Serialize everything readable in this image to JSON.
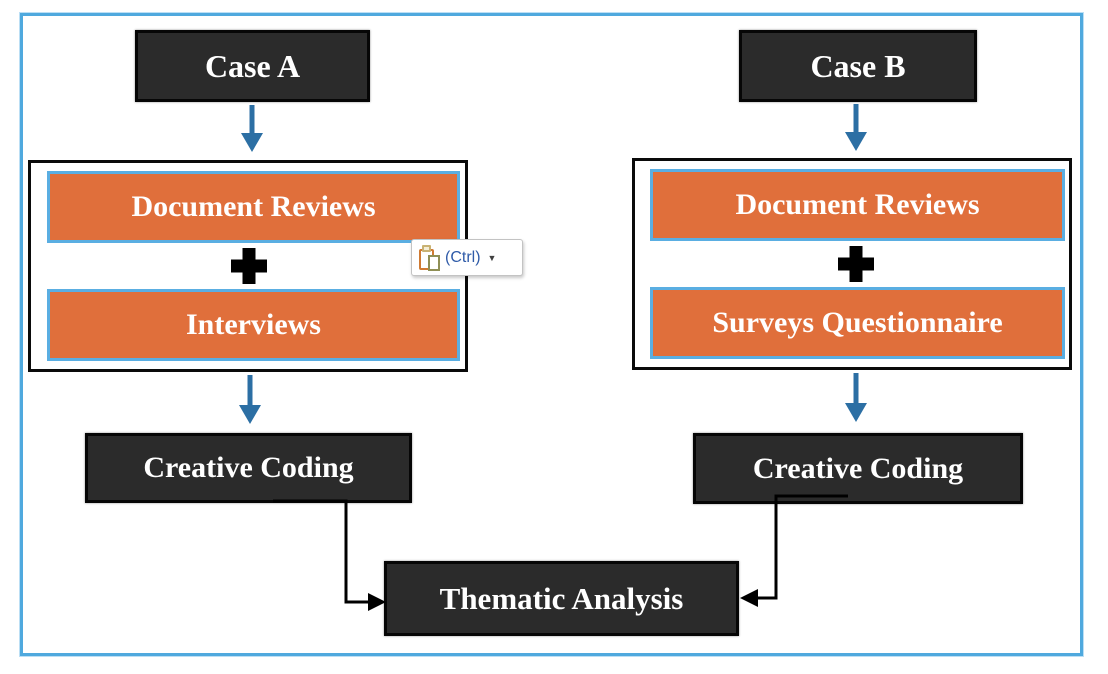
{
  "diagram": {
    "branches": [
      {
        "case_label": "Case A",
        "sources": [
          "Document Reviews",
          "Interviews"
        ],
        "operator": "+",
        "coding_label": "Creative Coding"
      },
      {
        "case_label": "Case B",
        "sources": [
          "Document Reviews",
          "Surveys Questionnaire"
        ],
        "operator": "+",
        "coding_label": "Creative Coding"
      }
    ],
    "result_label": "Thematic Analysis"
  },
  "paste_options": {
    "label": "(Ctrl)",
    "icon": "clipboard-paste-icon",
    "dropdown_glyph": "▼"
  },
  "colors": {
    "page_border": "#4FA9DE",
    "dark_box": "#2B2B2B",
    "orange_box": "#E06F3B",
    "orange_border": "#5AAEE2",
    "arrow_blue": "#2C6FA4",
    "connector_black": "#000000",
    "paste_label_blue": "#2F5BA8"
  }
}
